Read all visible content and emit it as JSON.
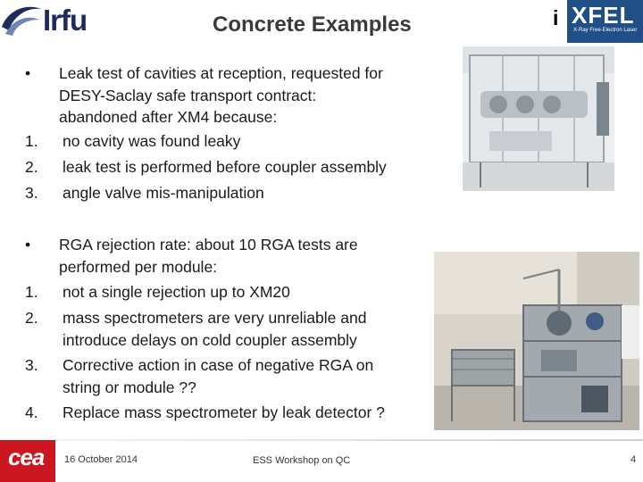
{
  "header": {
    "left_logo_text": "Irfu",
    "title": "Concrete Examples",
    "right_logo_prefix": "i",
    "right_logo_text": "XFEL",
    "right_logo_tagline": "X-Ray Free-Electron Laser"
  },
  "section1": {
    "bullet": "Leak test of cavities at reception, requested for",
    "bullet_cont": [
      "DESY-Saclay safe transport contract:",
      "abandoned after XM4 because:"
    ],
    "items": [
      {
        "num": "1.",
        "text": "no cavity was found leaky"
      },
      {
        "num": "2.",
        "text": "leak test is performed before coupler assembly"
      },
      {
        "num": "3.",
        "text": "angle valve mis-manipulation"
      }
    ]
  },
  "section2": {
    "bullet": "RGA rejection rate: about 10 RGA tests are",
    "bullet_cont": [
      "performed per module:"
    ],
    "items": [
      {
        "num": "1.",
        "text": "not a single rejection up to XM20"
      },
      {
        "num": "2.",
        "text": "mass spectrometers are very unreliable and",
        "cont": "introduce delays on cold coupler assembly"
      },
      {
        "num": "3.",
        "text": "Corrective action in case of negative RGA on",
        "cont": "string or module ??"
      },
      {
        "num": "4.",
        "text": "Replace mass spectrometer by leak detector ?"
      }
    ]
  },
  "footer": {
    "logo_text": "cea",
    "date": "16 October 2014",
    "event": "ESS Workshop on QC",
    "page": "4"
  },
  "colors": {
    "irfu_blue": "#1d2a5c",
    "xfel_blue": "#1f4f86",
    "cea_red": "#cc1620",
    "text": "#1a1a1a"
  }
}
